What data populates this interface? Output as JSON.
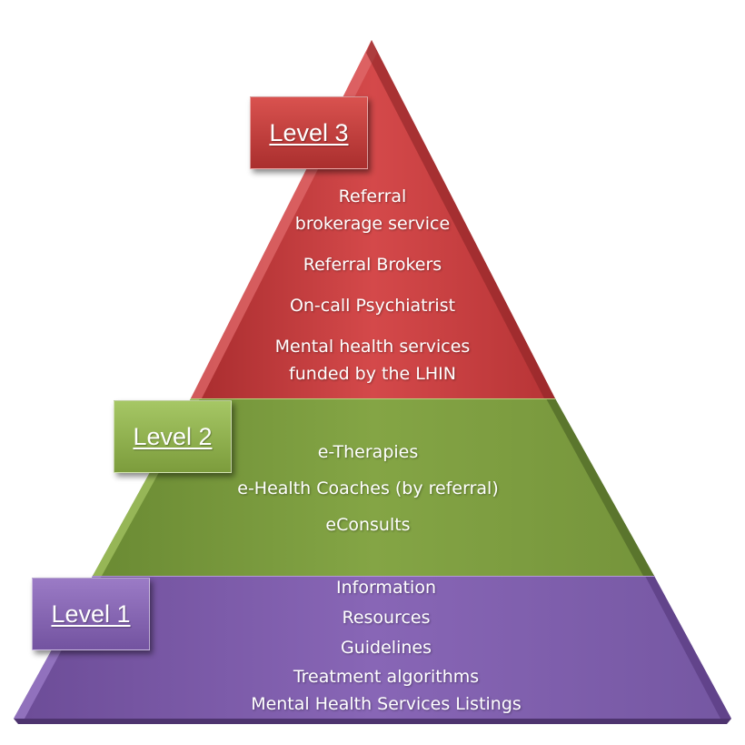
{
  "colors": {
    "level3": "#c43a3c",
    "level3_dark": "#8e2527",
    "level3_light": "#e56e6f",
    "level2": "#7a9a3e",
    "level2_dark": "#56702a",
    "level2_light": "#a4c463",
    "level1": "#7e5aab",
    "level1_dark": "#5c3f84",
    "level1_light": "#a181cb"
  },
  "pyramid": {
    "level3": {
      "label": "Level 3",
      "items": [
        "Referral",
        "brokerage service",
        "Referral Brokers",
        "On-call Psychiatrist",
        "Mental health services",
        "funded by the LHIN"
      ]
    },
    "level2": {
      "label": "Level 2",
      "items": [
        "e-Therapies",
        "e-Health Coaches (by referral)",
        "eConsults"
      ]
    },
    "level1": {
      "label": "Level 1",
      "items": [
        "Information",
        "Resources",
        "Guidelines",
        "Treatment algorithms",
        "Mental Health Services Listings"
      ]
    }
  }
}
